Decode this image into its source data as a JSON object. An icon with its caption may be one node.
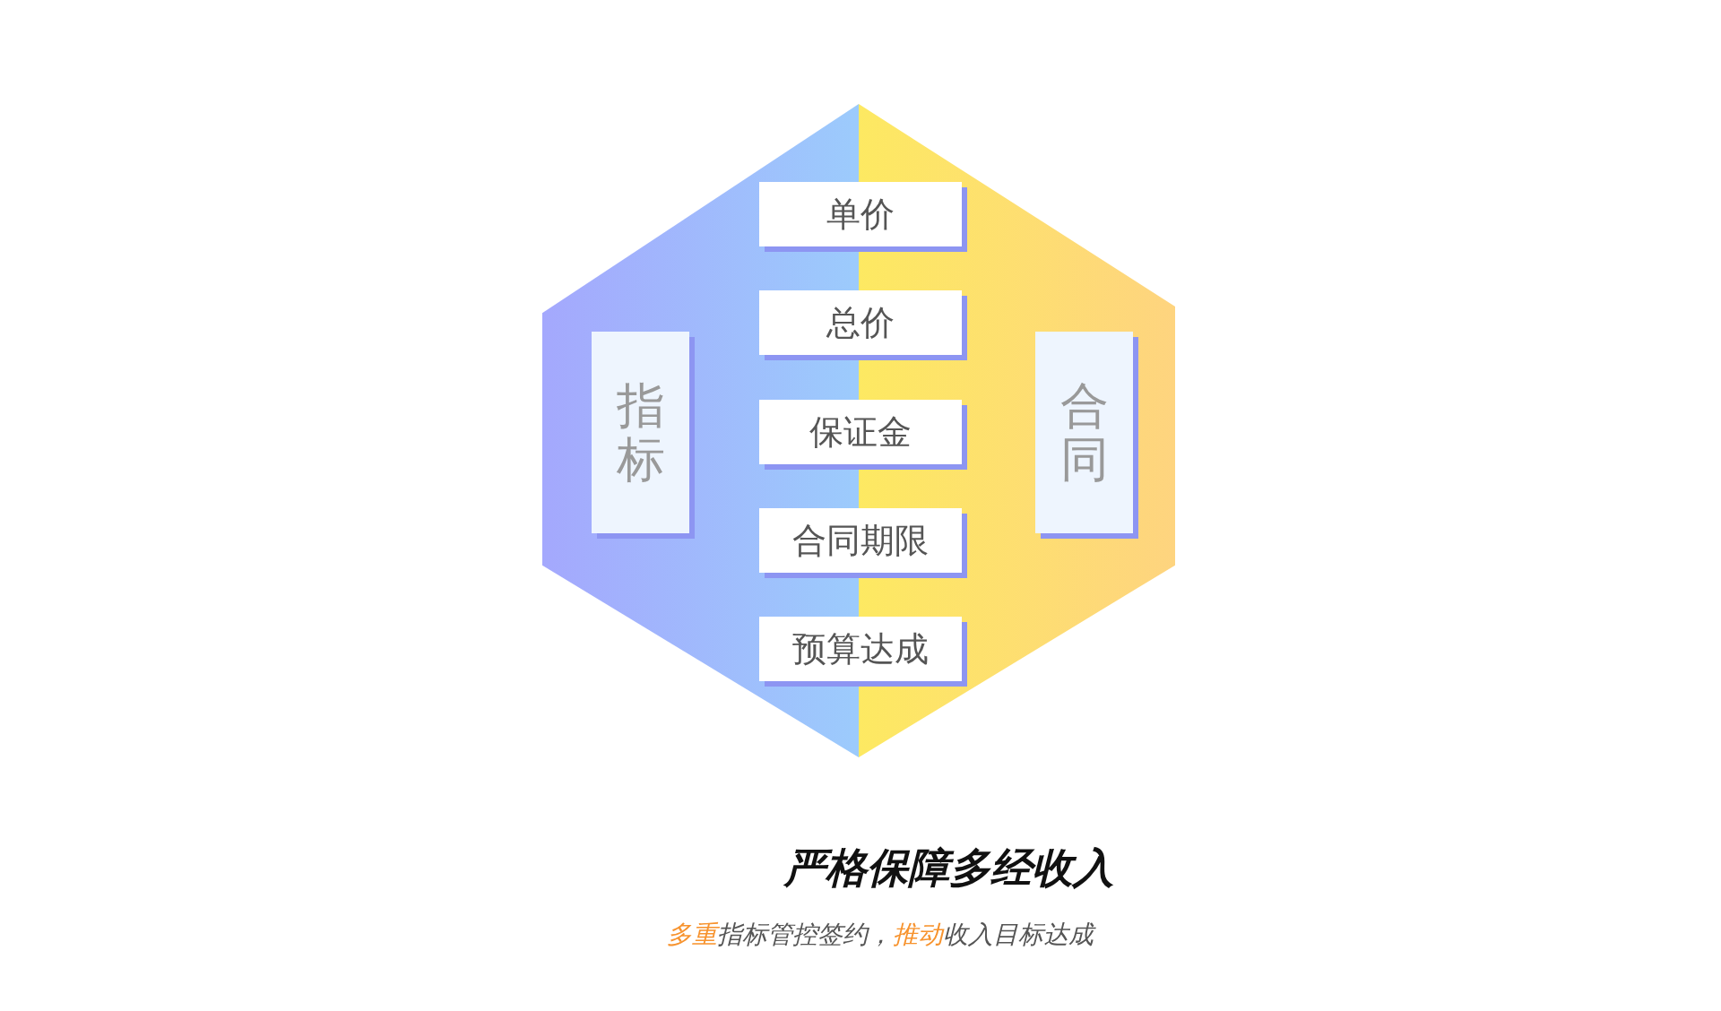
{
  "diagram": {
    "title": "严格保障多经收入",
    "caption": "**多重**指标管控签约，**推动**收入目标达成",
    "nodes": [
      {
        "text": [],
        "shape": "hexagon"
      },
      {
        "text": [
          "指标"
        ],
        "in": 0
      },
      {
        "text": [
          "单价"
        ],
        "in": 0
      },
      {
        "text": [
          "总价"
        ],
        "in": 0
      },
      {
        "text": [
          "保证金"
        ],
        "in": 0
      },
      {
        "text": [
          "合同期限"
        ],
        "in": 0
      },
      {
        "text": [
          "预算达成"
        ],
        "in": 0
      },
      {
        "text": [
          "合同"
        ],
        "in": 0
      }
    ]
  }
}
